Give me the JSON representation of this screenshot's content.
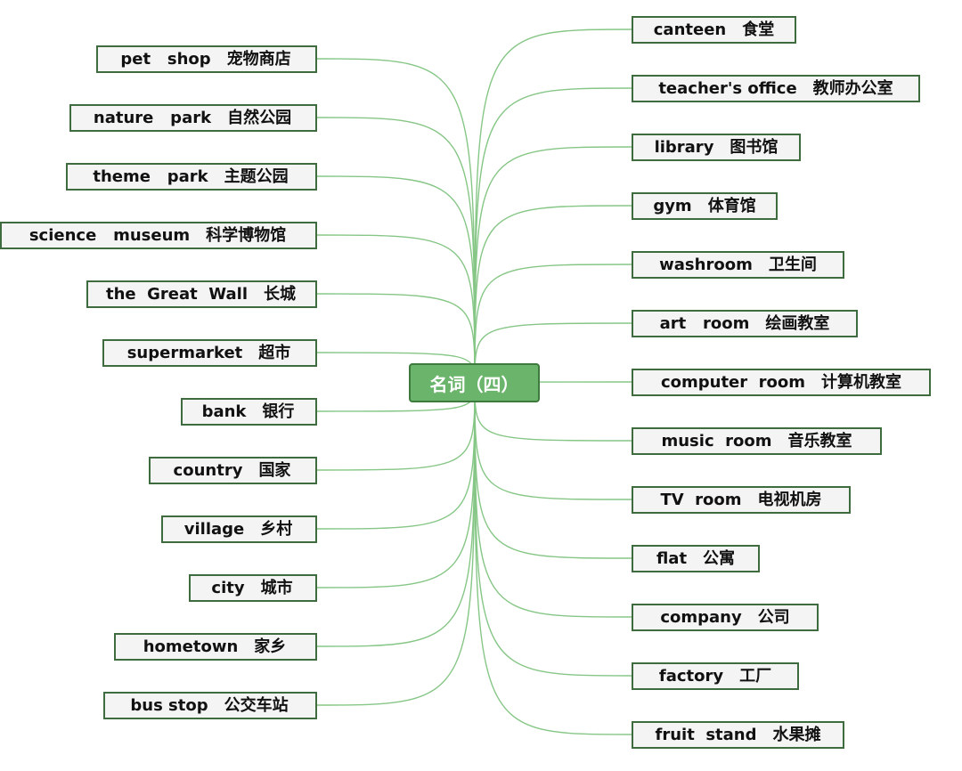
{
  "central": {
    "label": "名词（四）"
  },
  "colors": {
    "branch_line": "#86c686",
    "node_border": "#3f6c3f",
    "node_fill": "#f4f4f4",
    "central_fill": "#6bb46b"
  },
  "left_items": [
    {
      "en": "pet   shop",
      "zh": "宠物商店"
    },
    {
      "en": "nature   park",
      "zh": "自然公园"
    },
    {
      "en": "theme   park",
      "zh": "主题公园"
    },
    {
      "en": "science   museum",
      "zh": "科学博物馆"
    },
    {
      "en": "the  Great  Wall",
      "zh": "长城"
    },
    {
      "en": "supermarket",
      "zh": "超市"
    },
    {
      "en": "bank",
      "zh": "银行"
    },
    {
      "en": "country",
      "zh": "国家"
    },
    {
      "en": "village",
      "zh": "乡村"
    },
    {
      "en": "city",
      "zh": "城市"
    },
    {
      "en": "hometown",
      "zh": "家乡"
    },
    {
      "en": "bus stop",
      "zh": "公交车站"
    }
  ],
  "right_items": [
    {
      "en": "canteen",
      "zh": "食堂"
    },
    {
      "en": "teacher's office",
      "zh": "教师办公室"
    },
    {
      "en": "library",
      "zh": "图书馆"
    },
    {
      "en": "gym",
      "zh": "体育馆"
    },
    {
      "en": "washroom",
      "zh": "卫生间"
    },
    {
      "en": "art   room",
      "zh": "绘画教室"
    },
    {
      "en": "computer  room",
      "zh": "计算机教室"
    },
    {
      "en": "music  room",
      "zh": "音乐教室"
    },
    {
      "en": "TV  room",
      "zh": "电视机房"
    },
    {
      "en": "flat",
      "zh": "公寓"
    },
    {
      "en": "company",
      "zh": "公司"
    },
    {
      "en": "factory",
      "zh": "工厂"
    },
    {
      "en": "fruit  stand",
      "zh": "水果摊"
    }
  ]
}
